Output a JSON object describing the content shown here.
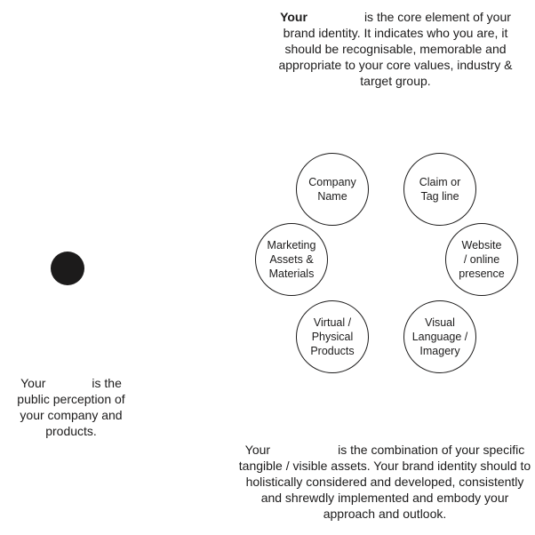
{
  "top_paragraph": {
    "lead": "Your",
    "rest": "is the core element of your brand identity. It indicates who you are, it should be recognisable, memorable and appropriate to your core values, industry & target group."
  },
  "left_paragraph": {
    "lead": "Your",
    "rest": "is the public perception of your company and products."
  },
  "bottom_paragraph": {
    "lead": "Your",
    "rest": "is the combination of your specific tangible / visible assets. Your brand identity should to holistically considered and developed, consistently and shrewdly implemented and embody your approach and outlook."
  },
  "circles": [
    {
      "label": "Company\nName"
    },
    {
      "label": "Claim or\nTag line"
    },
    {
      "label": "Marketing\nAssets &\nMaterials"
    },
    {
      "label": "Website\n/ online\npresence"
    },
    {
      "label": "Virtual /\nPhysical\nProducts"
    },
    {
      "label": "Visual\nLanguage /\nImagery"
    }
  ],
  "colors": {
    "ink": "#1c1b1b",
    "background": "#ffffff"
  }
}
